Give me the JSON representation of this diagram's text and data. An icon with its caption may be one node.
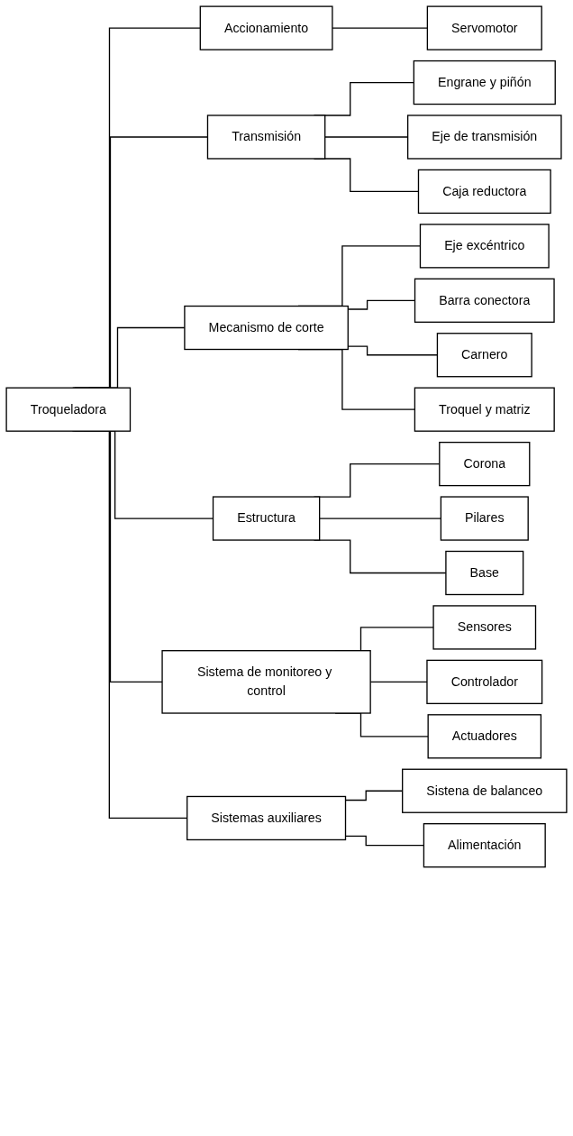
{
  "diagram": {
    "nodes": [
      {
        "text": [
          "Troqueladora"
        ]
      },
      {
        "text": [
          "Accionamiento"
        ]
      },
      {
        "text": [
          "Servomotor"
        ]
      },
      {
        "text": [
          "Transmisión"
        ]
      },
      {
        "text": [
          "Engrane y piñón"
        ]
      },
      {
        "text": [
          "Eje de transmisión"
        ]
      },
      {
        "text": [
          "Caja reductora"
        ]
      },
      {
        "text": [
          "Mecanismo de corte"
        ]
      },
      {
        "text": [
          "Eje excéntrico"
        ]
      },
      {
        "text": [
          "Barra conectora"
        ]
      },
      {
        "text": [
          "Carnero"
        ]
      },
      {
        "text": [
          "Troquel y matriz"
        ]
      },
      {
        "text": [
          "Estructura"
        ]
      },
      {
        "text": [
          "Corona"
        ]
      },
      {
        "text": [
          "Pilares"
        ]
      },
      {
        "text": [
          "Base"
        ]
      },
      {
        "text": [
          "Sistema de monitoreo y control"
        ]
      },
      {
        "text": [
          "Sensores"
        ]
      },
      {
        "text": [
          "Controlador"
        ]
      },
      {
        "text": [
          "Actuadores"
        ]
      },
      {
        "text": [
          "Sistemas auxiliares"
        ]
      },
      {
        "text": [
          "Sistena de balanceo"
        ]
      },
      {
        "text": [
          "Alimentación"
        ]
      }
    ],
    "edges": [
      {
        "from": 0,
        "to": 1,
        "arrow": "none"
      },
      {
        "from": 1,
        "to": 2,
        "arrow": "none"
      },
      {
        "from": 0,
        "to": 3,
        "arrow": "none"
      },
      {
        "from": 3,
        "to": 4,
        "arrow": "none"
      },
      {
        "from": 3,
        "to": 5,
        "arrow": "none"
      },
      {
        "from": 3,
        "to": 6,
        "arrow": "none"
      },
      {
        "from": 0,
        "to": 7,
        "arrow": "none"
      },
      {
        "from": 7,
        "to": 8,
        "arrow": "none"
      },
      {
        "from": 7,
        "to": 9,
        "arrow": "none"
      },
      {
        "from": 7,
        "to": 10,
        "arrow": "none"
      },
      {
        "from": 7,
        "to": 11,
        "arrow": "none"
      },
      {
        "from": 0,
        "to": 12,
        "arrow": "none"
      },
      {
        "from": 12,
        "to": 13,
        "arrow": "none"
      },
      {
        "from": 12,
        "to": 14,
        "arrow": "none"
      },
      {
        "from": 12,
        "to": 15,
        "arrow": "none"
      },
      {
        "from": 0,
        "to": 16,
        "arrow": "none"
      },
      {
        "from": 16,
        "to": 17,
        "arrow": "none"
      },
      {
        "from": 16,
        "to": 18,
        "arrow": "none"
      },
      {
        "from": 16,
        "to": 19,
        "arrow": "none"
      },
      {
        "from": 0,
        "to": 20,
        "arrow": "none"
      },
      {
        "from": 20,
        "to": 21,
        "arrow": "none"
      },
      {
        "from": 20,
        "to": 22,
        "arrow": "none"
      }
    ]
  }
}
